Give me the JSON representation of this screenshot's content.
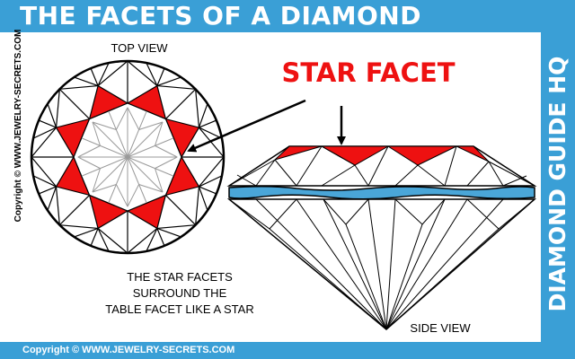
{
  "title": "THE FACETS OF A DIAMOND",
  "side_banner": "DIAMOND GUIDE HQ",
  "footer_copyright": "Copyright © WWW.JEWELRY-SECRETS.COM",
  "left_copyright": "Copyright © WWW.JEWELRY-SECRETS.COM",
  "labels": {
    "top_view": "TOP VIEW",
    "star_facet": "STAR FACET",
    "side_view": "SIDE VIEW"
  },
  "caption": {
    "line1": "THE STAR FACETS",
    "line2": "SURROUND THE",
    "line3": "TABLE FACET LIKE A STAR"
  },
  "colors": {
    "brand_blue": "#3a9fd6",
    "highlight_red": "#ee1111",
    "girdle_blue": "#4aa6d8"
  }
}
